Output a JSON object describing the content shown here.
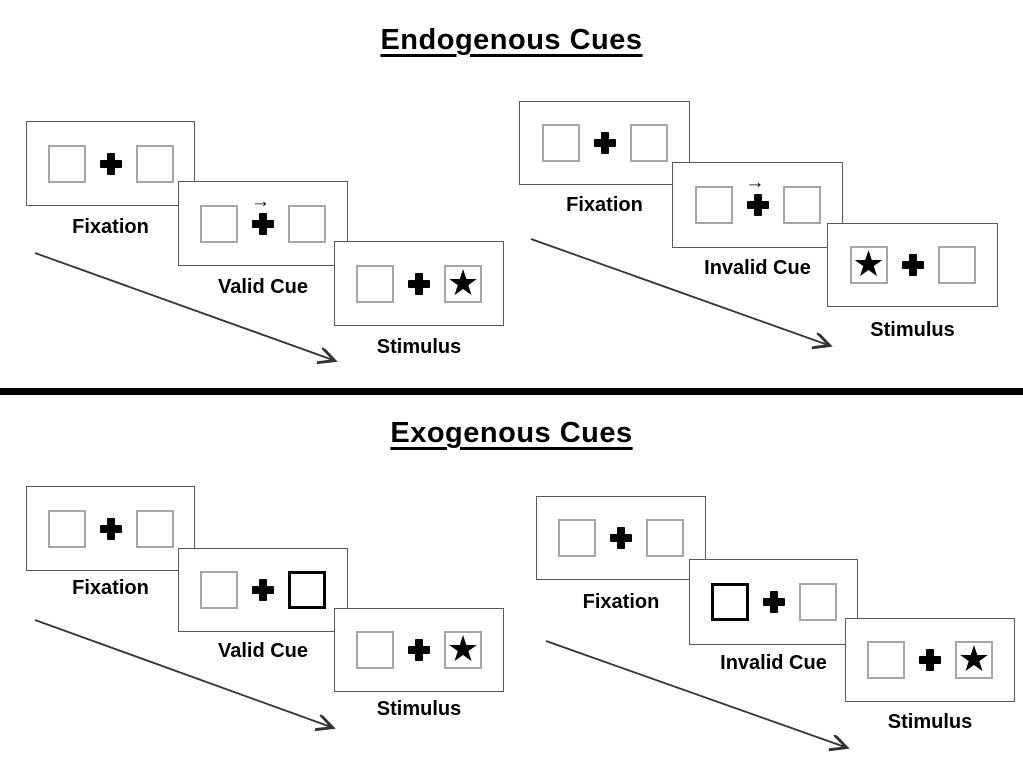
{
  "glyphs": {
    "star": "★",
    "cue_arrow": "→"
  },
  "colors": {
    "background": "#ffffff",
    "panel_border": "#595959",
    "box_border": "#a6a6a6",
    "bold_box_border": "#000000",
    "symbol": "#000000",
    "timeline_arrow": "#333333",
    "divider": "#000000"
  },
  "sections": [
    {
      "title": "Endogenous Cues",
      "trials": [
        {
          "condition": "valid",
          "panels": [
            {
              "label": "Fixation",
              "left_box": "empty",
              "right_box": "empty",
              "cue": "none"
            },
            {
              "label": "Valid Cue",
              "left_box": "empty",
              "right_box": "empty",
              "cue": "arrow-right-above-fixation"
            },
            {
              "label": "Stimulus",
              "left_box": "empty",
              "right_box": "star",
              "cue": "none"
            }
          ]
        },
        {
          "condition": "invalid",
          "panels": [
            {
              "label": "Fixation",
              "left_box": "empty",
              "right_box": "empty",
              "cue": "none"
            },
            {
              "label": "Invalid Cue",
              "left_box": "empty",
              "right_box": "empty",
              "cue": "arrow-right-above-fixation"
            },
            {
              "label": "Stimulus",
              "left_box": "star",
              "right_box": "empty",
              "cue": "none"
            }
          ]
        }
      ]
    },
    {
      "title": "Exogenous Cues",
      "trials": [
        {
          "condition": "valid",
          "panels": [
            {
              "label": "Fixation",
              "left_box": "empty",
              "right_box": "empty",
              "cue": "none"
            },
            {
              "label": "Valid Cue",
              "left_box": "empty",
              "right_box": "highlighted",
              "cue": "right-box-bold-outline"
            },
            {
              "label": "Stimulus",
              "left_box": "empty",
              "right_box": "star",
              "cue": "none"
            }
          ]
        },
        {
          "condition": "invalid",
          "panels": [
            {
              "label": "Fixation",
              "left_box": "empty",
              "right_box": "empty",
              "cue": "none"
            },
            {
              "label": "Invalid Cue",
              "left_box": "highlighted",
              "right_box": "empty",
              "cue": "left-box-bold-outline"
            },
            {
              "label": "Stimulus",
              "left_box": "empty",
              "right_box": "star",
              "cue": "none"
            }
          ]
        }
      ]
    }
  ]
}
